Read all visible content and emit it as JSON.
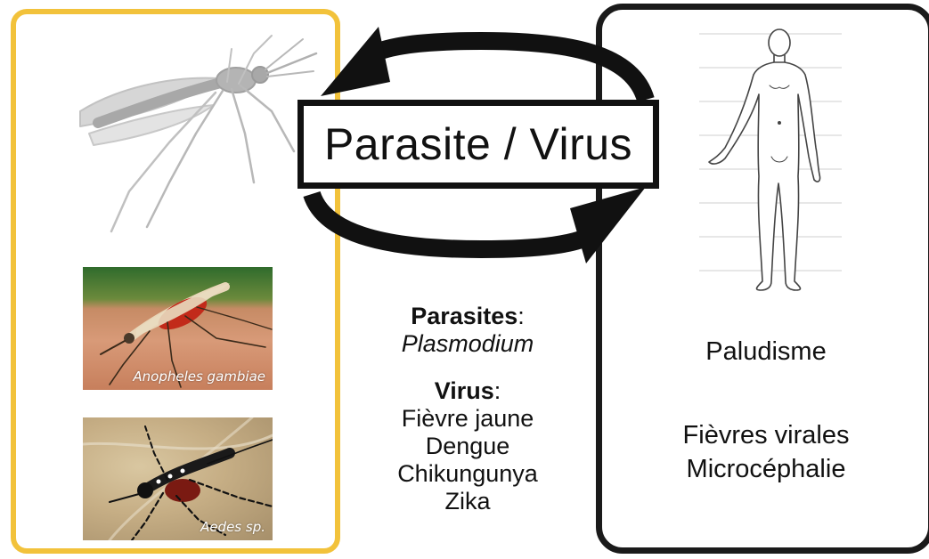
{
  "diagram": {
    "cycle_label": "Parasite / Virus",
    "vector": {
      "photos": [
        {
          "caption": "Anopheles gambiae"
        },
        {
          "caption": "Aedes sp."
        }
      ]
    },
    "agents": {
      "parasites": {
        "heading": "Parasites",
        "items": [
          "Plasmodium"
        ]
      },
      "viruses": {
        "heading": "Virus",
        "items": [
          "Fièvre jaune",
          "Dengue",
          "Chikungunya",
          "Zika"
        ]
      }
    },
    "diseases": {
      "parasitic": "Paludisme",
      "viral": [
        "Fièvres virales",
        "Microcéphalie"
      ]
    },
    "colors": {
      "vector_panel_border": "#f2c23b",
      "host_panel_border": "#1a1a1a",
      "arrow": "#111111"
    },
    "icons": [
      "mosquito-sketch",
      "human-figure",
      "cycle-arrow-left",
      "cycle-arrow-right"
    ]
  }
}
